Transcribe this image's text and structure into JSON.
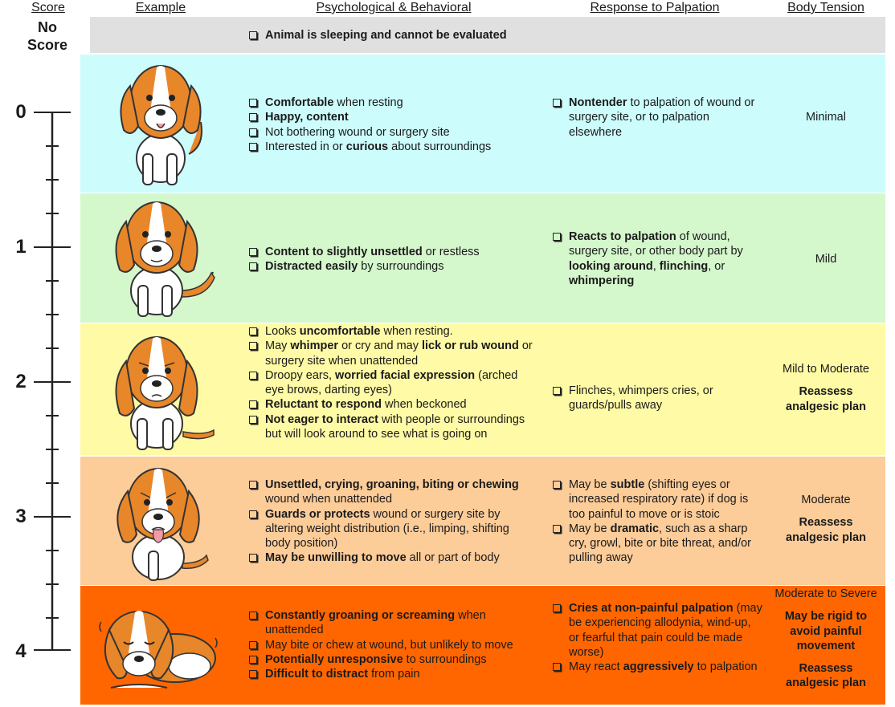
{
  "headers": {
    "score": "Score",
    "example": "Example",
    "psych": "Psychological & Behavioral",
    "palpation": "Response to Palpation",
    "tension": "Body Tension"
  },
  "no_score": {
    "label_line1": "No",
    "label_line2": "Score",
    "psych": "Animal is sleeping and cannot be evaluated"
  },
  "colors": {
    "no_score": "#e0e0e0",
    "score0": "#ccfcfc",
    "score1": "#d4f7cc",
    "score2": "#fffaa5",
    "score3": "#fccc99",
    "score4": "#ff6600",
    "dog_orange": "#e8862a"
  },
  "scale_labels": [
    "0",
    "1",
    "2",
    "3",
    "4"
  ],
  "rows": [
    {
      "score": "0",
      "psych": [
        [
          {
            "t": "Comfortable",
            "b": true
          },
          {
            "t": " when resting"
          }
        ],
        [
          {
            "t": "Happy, content",
            "b": true
          }
        ],
        [
          {
            "t": "Not bothering wound or surgery site"
          }
        ],
        [
          {
            "t": "Interested in or "
          },
          {
            "t": "curious",
            "b": true
          },
          {
            "t": " about surroundings"
          }
        ]
      ],
      "palpation": [
        [
          {
            "t": "Nontender",
            "b": true
          },
          {
            "t": " to palpation of wound or surgery site, or to palpation elsewhere"
          }
        ]
      ],
      "tension": [
        {
          "t": "Minimal"
        }
      ]
    },
    {
      "score": "1",
      "psych": [
        [
          {
            "t": "Content to slightly unsettled",
            "b": true
          },
          {
            "t": " or restless"
          }
        ],
        [
          {
            "t": "Distracted easily",
            "b": true
          },
          {
            "t": " by surroundings"
          }
        ]
      ],
      "palpation": [
        [
          {
            "t": "Reacts to palpation",
            "b": true
          },
          {
            "t": " of wound, surgery site, or other body part by "
          },
          {
            "t": "looking around",
            "b": true
          },
          {
            "t": ", "
          },
          {
            "t": "flinching",
            "b": true
          },
          {
            "t": ", or "
          },
          {
            "t": "whimpering",
            "b": true
          }
        ]
      ],
      "tension": [
        {
          "t": "Mild"
        }
      ]
    },
    {
      "score": "2",
      "psych": [
        [
          {
            "t": "Looks "
          },
          {
            "t": "uncomfortable",
            "b": true
          },
          {
            "t": " when resting."
          }
        ],
        [
          {
            "t": "May "
          },
          {
            "t": "whimper",
            "b": true
          },
          {
            "t": " or cry and may "
          },
          {
            "t": "lick or rub wound",
            "b": true
          },
          {
            "t": " or surgery site when unattended"
          }
        ],
        [
          {
            "t": "Droopy ears, "
          },
          {
            "t": "worried facial expression",
            "b": true
          },
          {
            "t": " (arched eye brows, darting eyes)"
          }
        ],
        [
          {
            "t": "Reluctant to respond",
            "b": true
          },
          {
            "t": " when beckoned"
          }
        ],
        [
          {
            "t": "Not eager to interact",
            "b": true
          },
          {
            "t": " with people or surroundings but will look around to see what is going on"
          }
        ]
      ],
      "palpation": [
        [
          {
            "t": "Flinches, whimpers cries, or guards/pulls away"
          }
        ]
      ],
      "tension": [
        {
          "t": "Mild to Moderate"
        },
        {
          "t": "Reassess analgesic plan",
          "b": true
        }
      ]
    },
    {
      "score": "3",
      "psych": [
        [
          {
            "t": "Unsettled, crying, groaning, biting or chewing",
            "b": true
          },
          {
            "t": " wound when unattended"
          }
        ],
        [
          {
            "t": "Guards or protects",
            "b": true
          },
          {
            "t": " wound or surgery site by altering weight distribution (i.e., limping, shifting body position)"
          }
        ],
        [
          {
            "t": "May be unwilling to move",
            "b": true
          },
          {
            "t": " all or part of body"
          }
        ]
      ],
      "palpation": [
        [
          {
            "t": "May be "
          },
          {
            "t": "subtle",
            "b": true
          },
          {
            "t": " (shifting eyes or increased respiratory rate) if dog is too painful to move or is stoic"
          }
        ],
        [
          {
            "t": "May be "
          },
          {
            "t": "dramatic",
            "b": true
          },
          {
            "t": ", such as a sharp cry, growl, bite or bite threat, and/or pulling away"
          }
        ]
      ],
      "tension": [
        {
          "t": "Moderate"
        },
        {
          "t": "Reassess analgesic plan",
          "b": true
        }
      ]
    },
    {
      "score": "4",
      "psych": [
        [
          {
            "t": "Constantly groaning or screaming",
            "b": true
          },
          {
            "t": " when unattended"
          }
        ],
        [
          {
            "t": "May bite or chew at wound, but unlikely to move"
          }
        ],
        [
          {
            "t": "Potentially unresponsive",
            "b": true
          },
          {
            "t": " to surroundings"
          }
        ],
        [
          {
            "t": "Difficult to distract",
            "b": true
          },
          {
            "t": " from pain"
          }
        ]
      ],
      "palpation": [
        [
          {
            "t": "Cries at non-painful palpation",
            "b": true
          },
          {
            "t": " (may be experiencing allodynia, wind-up, or fearful that pain could be made worse)"
          }
        ],
        [
          {
            "t": "May react "
          },
          {
            "t": "aggressively",
            "b": true
          },
          {
            "t": " to palpation"
          }
        ]
      ],
      "tension": [
        {
          "t": "Moderate to Severe"
        },
        {
          "t": "May be rigid to avoid painful movement",
          "b": true
        },
        {
          "t": "Reassess analgesic plan",
          "b": true
        }
      ]
    }
  ]
}
